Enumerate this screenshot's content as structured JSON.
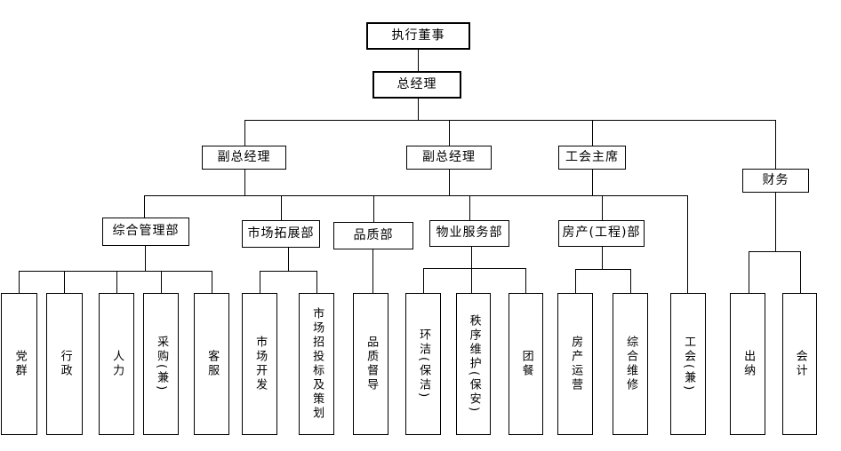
{
  "org_chart": {
    "level1": {
      "exec_director": "执行董事"
    },
    "level2": {
      "general_manager": "总经理"
    },
    "level3": {
      "deputy_gm_1": "副总经理",
      "deputy_gm_2": "副总经理",
      "union_chairman": "工会主席",
      "finance": "财务"
    },
    "level4": {
      "dept_general_admin": "综合管理部",
      "dept_market_expansion": "市场拓展部",
      "dept_quality": "品质部",
      "dept_property_service": "物业服务部",
      "dept_real_estate": "房产(工程)部"
    },
    "level5": {
      "party_masses": "党群",
      "administration": "行政",
      "human_resources": "人力",
      "procurement": "采购(兼)",
      "customer_service": "客服",
      "market_development": "市场开发",
      "market_bidding_planning": "市场招投标及策划",
      "quality_supervision": "品质督导",
      "cleaning": "环洁(保洁)",
      "order_maintenance": "秩序维护(保安)",
      "group_catering": "团餐",
      "real_estate_operation": "房产运营",
      "general_maintenance": "综合维修",
      "labor_union": "工会(兼)",
      "cashier": "出纳",
      "accountant": "会计"
    },
    "colors": {
      "background": "#ffffff",
      "border": "#000000",
      "line": "#000000",
      "text": "#000000"
    }
  }
}
